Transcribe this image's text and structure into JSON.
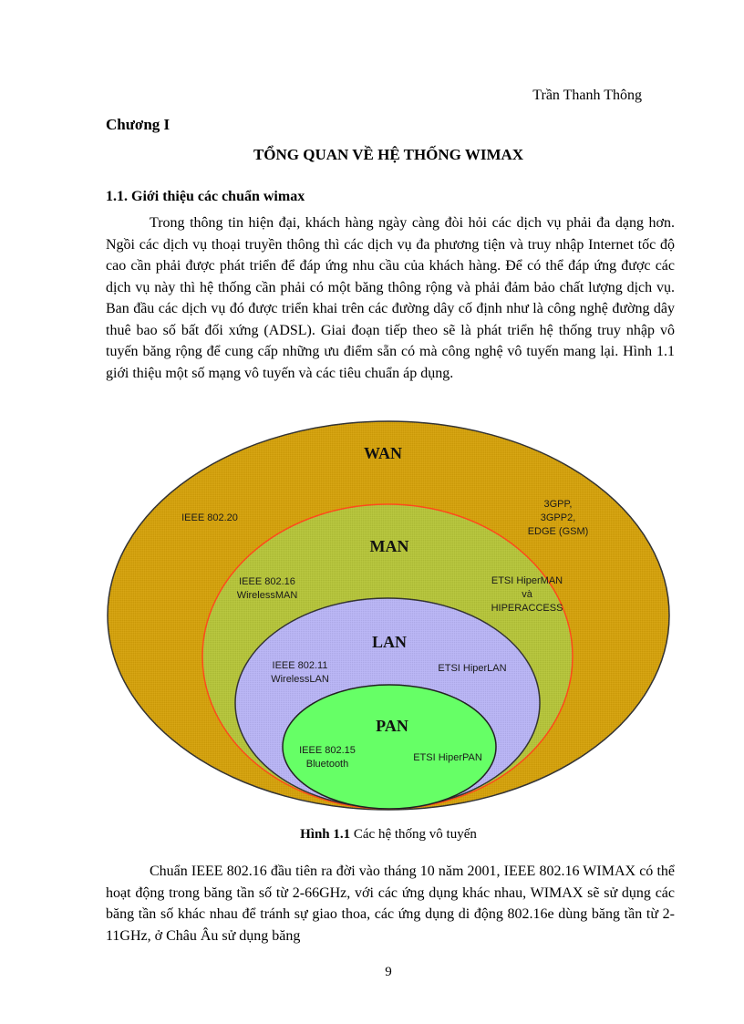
{
  "header": {
    "author": "Trần Thanh Thông"
  },
  "chapter": {
    "label": "Chương I",
    "title": "TỔNG QUAN VỀ HỆ THỐNG WIMAX"
  },
  "section": {
    "heading": "1.1. Giới thiệu các chuẩn  wimax"
  },
  "paragraphs": [
    "Trong thông tin hiện đại, khách hàng ngày  càng đòi hỏi các dịch vụ phải đa dạng hơn. Ngồi các dịch vụ thoại truyền thông thì các dịch vụ đa phương tiện và truy nhập  Internet tốc độ cao cần phải được phát triển để đáp ứng nhu cầu của khách hàng. Để có thể đáp ứng được các dịch vụ này thì hệ thống cần phải có một băng thông rộng và phải đảm bảo chất lượng dịch vụ. Ban đầu các dịch vụ đó được triển khai trên các đường dây cố định như là công nghệ đường dây thuê bao số bất đối xứng (ADSL). Giai đoạn tiếp theo sẽ là phát triển hệ thống truy nhập  vô tuyến băng rộng để cung cấp những ưu điểm sẵn có mà công nghệ vô tuyến mang lại. Hình 1.1 giới thiệu một số mạng vô tuyến và các tiêu chuẩn áp dụng.",
    "Chuẩn IEEE  802.16 đầu tiên ra đời vào tháng 10 năm 2001, IEEE 802.16 WIMAX có thể hoạt động trong băng tần số từ 2-66GHz, với các ứng dụng khác nhau,  WIMAX  sẽ sử dụng các băng tần số khác nhau để tránh sự giao thoa, các ứng dụng di động 802.16e dùng băng tần từ 2-11GHz, ở Châu Âu sử dụng băng"
  ],
  "figure": {
    "caption_label": "Hình 1.1",
    "caption_text": " Các hệ thống vô tuyến",
    "colors": {
      "wan": "#D4A10C",
      "man": "#B5C43A",
      "lan": "#B8B4F4",
      "pan": "#66FF66",
      "man_border": "#FF4A1A",
      "border": "#333333"
    },
    "networks": [
      {
        "name": "WAN",
        "left": [
          "IEEE 802.20"
        ],
        "right": [
          "3GPP,",
          "3GPP2,",
          "EDGE (GSM)"
        ]
      },
      {
        "name": "MAN",
        "left": [
          "IEEE 802.16",
          "WirelessMAN"
        ],
        "right": [
          "ETSI HiperMAN",
          "và",
          "HIPERACCESS"
        ]
      },
      {
        "name": "LAN",
        "left": [
          "IEEE 802.11",
          "WirelessLAN"
        ],
        "right": [
          "ETSI HiperLAN"
        ]
      },
      {
        "name": "PAN",
        "left": [
          "IEEE 802.15",
          "Bluetooth"
        ],
        "right": [
          "ETSI HiperPAN"
        ]
      }
    ]
  },
  "footer": {
    "page_number": "9"
  }
}
